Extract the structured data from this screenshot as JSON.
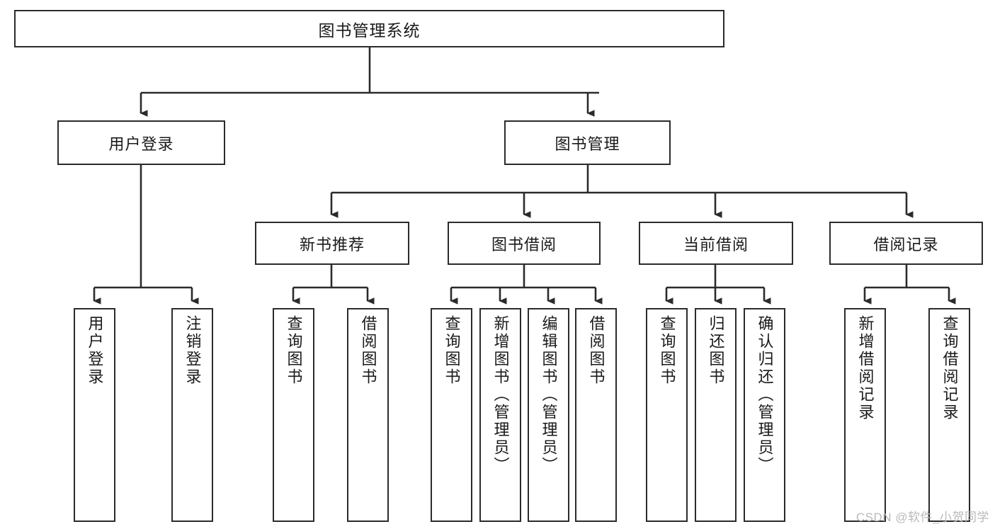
{
  "diagram": {
    "title": "图书管理系统",
    "type": "tree",
    "colors": {
      "box_border": "#2b2b2b",
      "box_fill": "#ffffff",
      "connector": "#2b2b2b",
      "text": "#1a1a1a",
      "watermark": "#b9b9b9"
    },
    "root": {
      "label": "图书管理系统"
    },
    "level1": [
      {
        "id": "user-login",
        "label": "用户登录"
      },
      {
        "id": "book-manage",
        "label": "图书管理"
      }
    ],
    "level2": [
      {
        "id": "new-book-recommend",
        "label": "新书推荐"
      },
      {
        "id": "book-borrow",
        "label": "图书借阅"
      },
      {
        "id": "current-borrow",
        "label": "当前借阅"
      },
      {
        "id": "borrow-record",
        "label": "借阅记录"
      }
    ],
    "leaves": {
      "user-login": [
        {
          "id": "leaf-user-login",
          "label": "用户登录"
        },
        {
          "id": "leaf-user-logout",
          "label": "注销登录"
        }
      ],
      "new-book-recommend": [
        {
          "id": "leaf-query-book-1",
          "label": "查询图书"
        },
        {
          "id": "leaf-borrow-book-1",
          "label": "借阅图书"
        }
      ],
      "book-borrow": [
        {
          "id": "leaf-query-book-2",
          "label": "查询图书"
        },
        {
          "id": "leaf-add-book",
          "label": "新增图书（管理员）"
        },
        {
          "id": "leaf-edit-book",
          "label": "编辑图书（管理员）"
        },
        {
          "id": "leaf-borrow-book-2",
          "label": "借阅图书"
        }
      ],
      "current-borrow": [
        {
          "id": "leaf-query-book-3",
          "label": "查询图书"
        },
        {
          "id": "leaf-return-book",
          "label": "归还图书"
        },
        {
          "id": "leaf-confirm-return",
          "label": "确认归还（管理员）"
        }
      ],
      "borrow-record": [
        {
          "id": "leaf-add-record",
          "label": "新增借阅记录"
        },
        {
          "id": "leaf-query-record",
          "label": "查询借阅记录"
        }
      ]
    }
  },
  "watermark": {
    "text": "CSDN @软件_小贺同学"
  }
}
